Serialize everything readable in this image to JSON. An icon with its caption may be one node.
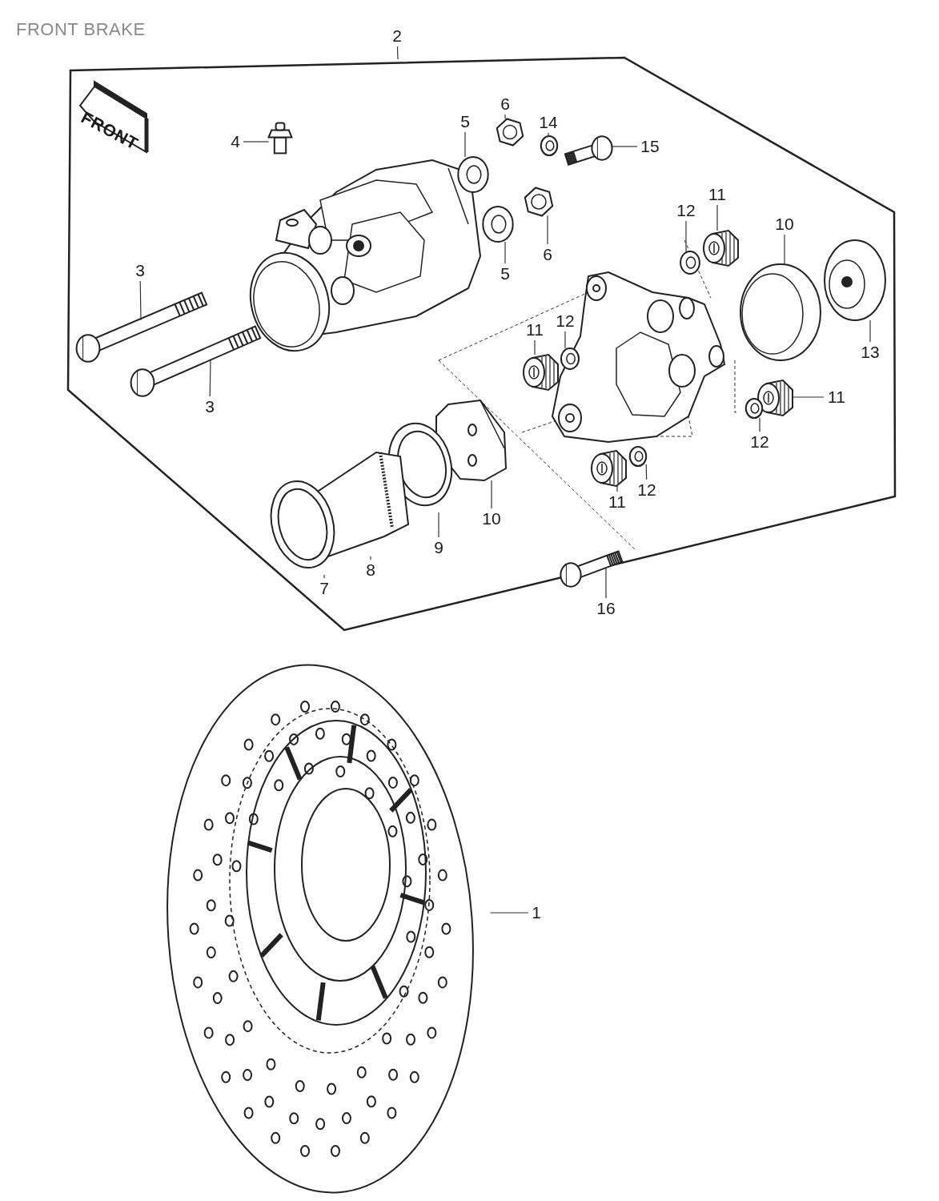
{
  "diagram": {
    "title": "FRONT BRAKE",
    "nodes": [
      {
        "text": [
          "2"
        ]
      },
      {
        "text": [
          "6"
        ]
      },
      {
        "text": [
          "5"
        ]
      },
      {
        "text": [
          "14"
        ]
      },
      {
        "text": [
          "4"
        ]
      },
      {
        "text": [
          "15"
        ]
      },
      {
        "text": [
          "11"
        ]
      },
      {
        "text": [
          "12"
        ]
      },
      {
        "text": [
          "10"
        ]
      },
      {
        "text": [
          "6"
        ]
      },
      {
        "text": [
          "5"
        ]
      },
      {
        "text": [
          "3"
        ]
      },
      {
        "text": [
          "11"
        ]
      },
      {
        "text": [
          "12"
        ]
      },
      {
        "text": [
          "13"
        ]
      },
      {
        "text": [
          "3"
        ]
      },
      {
        "text": [
          "11"
        ]
      },
      {
        "text": [
          "12"
        ]
      },
      {
        "text": [
          "11"
        ]
      },
      {
        "text": [
          "12"
        ]
      },
      {
        "text": [
          "10"
        ]
      },
      {
        "text": [
          "9"
        ]
      },
      {
        "text": [
          "8"
        ]
      },
      {
        "text": [
          "7"
        ]
      },
      {
        "text": [
          "16"
        ]
      },
      {
        "text": [
          "1"
        ]
      },
      {
        "text": [],
        "shape": "picture"
      },
      {
        "text": [],
        "shape": "picture"
      },
      {
        "text": [],
        "shape": "picture"
      },
      {
        "text": [],
        "shape": "picture"
      },
      {
        "text": [],
        "shape": "picture"
      },
      {
        "text": [],
        "shape": "picture"
      },
      {
        "text": [],
        "shape": "picture"
      },
      {
        "text": [],
        "shape": "picture"
      },
      {
        "text": [],
        "shape": "picture"
      },
      {
        "text": [],
        "shape": "picture"
      },
      {
        "text": [],
        "shape": "picture"
      },
      {
        "text": [],
        "shape": "picture"
      },
      {
        "text": [],
        "shape": "picture"
      },
      {
        "text": [],
        "shape": "picture"
      },
      {
        "text": [],
        "shape": "picture"
      },
      {
        "text": [],
        "shape": "picture"
      },
      {
        "text": [],
        "shape": "picture"
      },
      {
        "text": [],
        "shape": "picture"
      },
      {
        "text": [],
        "shape": "picture"
      },
      {
        "text": [],
        "shape": "picture"
      },
      {
        "text": [],
        "shape": "picture"
      },
      {
        "text": [],
        "shape": "picture"
      },
      {
        "text": [],
        "shape": "picture"
      },
      {
        "text": [],
        "shape": "picture"
      },
      {
        "text": [],
        "shape": "picture"
      }
    ],
    "edges": [
      {
        "from": 0,
        "to": null,
        "arrow": "none"
      },
      {
        "from": 1,
        "to": 26,
        "arrow": "none"
      },
      {
        "from": 2,
        "to": 30,
        "arrow": "none"
      },
      {
        "from": 3,
        "to": 28,
        "arrow": "none"
      },
      {
        "from": 4,
        "to": 27,
        "arrow": "none"
      },
      {
        "from": 5,
        "to": 29,
        "arrow": "none"
      },
      {
        "from": 6,
        "to": 33,
        "arrow": "none"
      },
      {
        "from": 7,
        "to": 34,
        "arrow": "none"
      },
      {
        "from": 8,
        "to": 36,
        "arrow": "none"
      },
      {
        "from": 9,
        "to": 31,
        "arrow": "none"
      },
      {
        "from": 10,
        "to": 32,
        "arrow": "none"
      },
      {
        "from": 11,
        "to": 37,
        "arrow": "none"
      },
      {
        "from": 12,
        "to": 40,
        "arrow": "none"
      },
      {
        "from": 13,
        "to": 39,
        "arrow": "none"
      },
      {
        "from": 14,
        "to": 35,
        "arrow": "none"
      },
      {
        "from": 15,
        "to": 38,
        "arrow": "none"
      },
      {
        "from": 16,
        "to": 41,
        "arrow": "none"
      },
      {
        "from": 17,
        "to": 42,
        "arrow": "none"
      },
      {
        "from": 18,
        "to": 46,
        "arrow": "none"
      },
      {
        "from": 19,
        "to": 44,
        "arrow": "none"
      },
      {
        "from": 20,
        "to": 43,
        "arrow": "none"
      },
      {
        "from": 21,
        "to": 45,
        "arrow": "none"
      },
      {
        "from": 22,
        "to": 47,
        "arrow": "none"
      },
      {
        "from": 23,
        "to": 48,
        "arrow": "none"
      },
      {
        "from": 24,
        "to": 49,
        "arrow": "none"
      },
      {
        "from": 25,
        "to": 50,
        "arrow": "none"
      }
    ],
    "labels": [
      "FRONT"
    ]
  }
}
